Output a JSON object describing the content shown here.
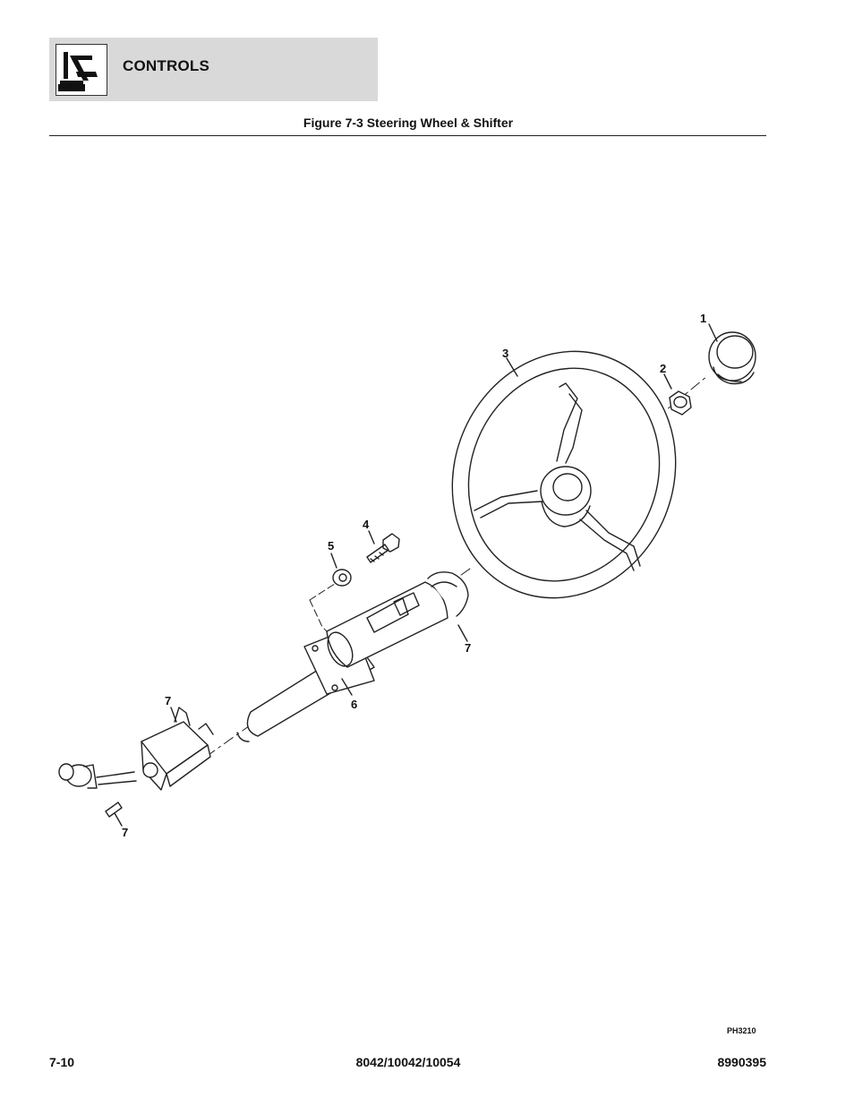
{
  "header": {
    "section_title": "CONTROLS",
    "icon": "joystick-controls-icon"
  },
  "figure": {
    "title": "Figure 7-3 Steering Wheel & Shifter",
    "reference_code": "PH3210",
    "callouts": [
      "1",
      "2",
      "3",
      "4",
      "5",
      "6",
      "7",
      "7",
      "7"
    ]
  },
  "footer": {
    "page_number": "7-10",
    "models": "8042/10042/10054",
    "document_number": "8990395"
  }
}
